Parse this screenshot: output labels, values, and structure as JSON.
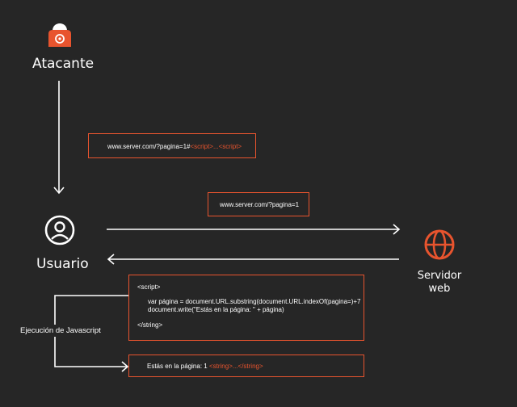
{
  "actors": {
    "attacker": {
      "label": "Atacante",
      "icon": "hacker-icon"
    },
    "user": {
      "label": "Usuario",
      "icon": "user-icon"
    },
    "server": {
      "label_line1": "Servidor",
      "label_line2": "web",
      "icon": "globe-icon"
    }
  },
  "malicious_url": {
    "plain": "www.server.com/?pagina=1#",
    "payload": "<script>...<script>"
  },
  "request_url": "www.server.com/?pagina=1",
  "script_box": {
    "open_tag": "<script>",
    "line1": "var página = document.URL.substring(document.URL.indexOf(pagina=)+7",
    "line2": "document.write(\"Estás en la página: \" + página)",
    "close_tag": "</string>"
  },
  "execution_label": "Ejecución de Javascript",
  "result": {
    "plain": "Estás en la página: 1 ",
    "payload": "<string>...</string>"
  },
  "colors": {
    "background": "#262626",
    "accent": "#e8542e",
    "line": "#ffffff"
  }
}
